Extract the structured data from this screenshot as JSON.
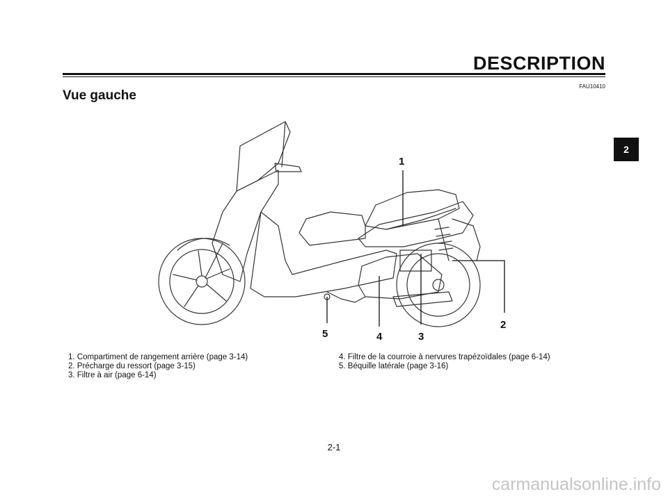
{
  "header": {
    "section_title": "DESCRIPTION",
    "code": "FAU10410"
  },
  "heading": "Vue gauche",
  "chapter_tab": "2",
  "callouts": {
    "c1": "1",
    "c2": "2",
    "c3": "3",
    "c4": "4",
    "c5": "5"
  },
  "captions": {
    "left": [
      "1. Compartiment de rangement arrière (page 3-14)",
      "2. Précharge du ressort (page 3-15)",
      "3. Filtre à air (page 6-14)"
    ],
    "right": [
      "4. Filtre de la courroie à nervures trapézoïdales (page 6-14)",
      "5. Béquille latérale (page 3-16)"
    ]
  },
  "page_number": "2-1",
  "watermark": "carmanualsonline.info"
}
